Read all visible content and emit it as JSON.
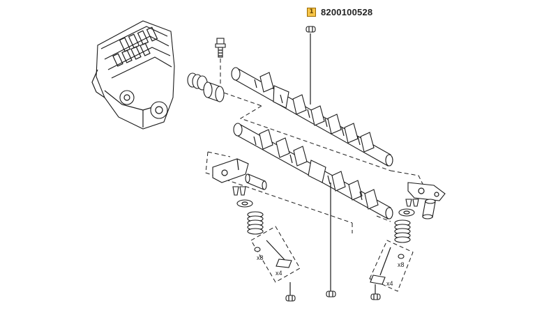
{
  "callout": {
    "marker": "1",
    "part_number": "8200100528",
    "marker_color": "#f7c548"
  },
  "quantities": {
    "q1": "x8",
    "q2": "x4",
    "q3": "x8",
    "q4": "x4"
  }
}
